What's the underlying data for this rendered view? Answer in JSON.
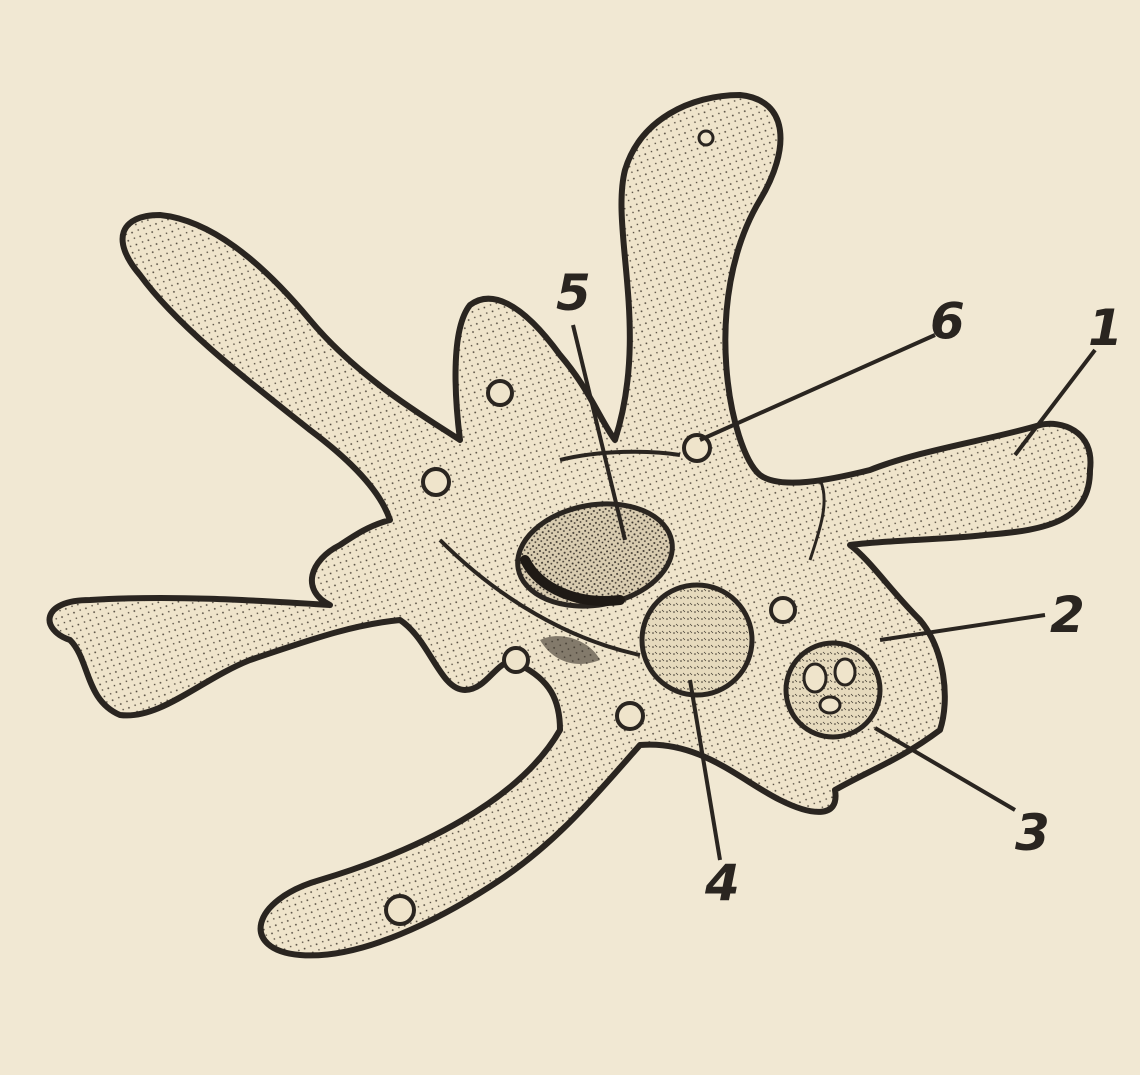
{
  "colors": {
    "paper": "#f1e8d3",
    "ink": "#2a2520",
    "cytoplasm_fill": "#efe4cb",
    "stipple": "#4a4237"
  },
  "figure": {
    "description_type": "amoeba-cell-diagram",
    "labels": [
      {
        "id": "1",
        "text": "1"
      },
      {
        "id": "2",
        "text": "2"
      },
      {
        "id": "3",
        "text": "3"
      },
      {
        "id": "4",
        "text": "4"
      },
      {
        "id": "5",
        "text": "5"
      },
      {
        "id": "6",
        "text": "6"
      }
    ]
  }
}
